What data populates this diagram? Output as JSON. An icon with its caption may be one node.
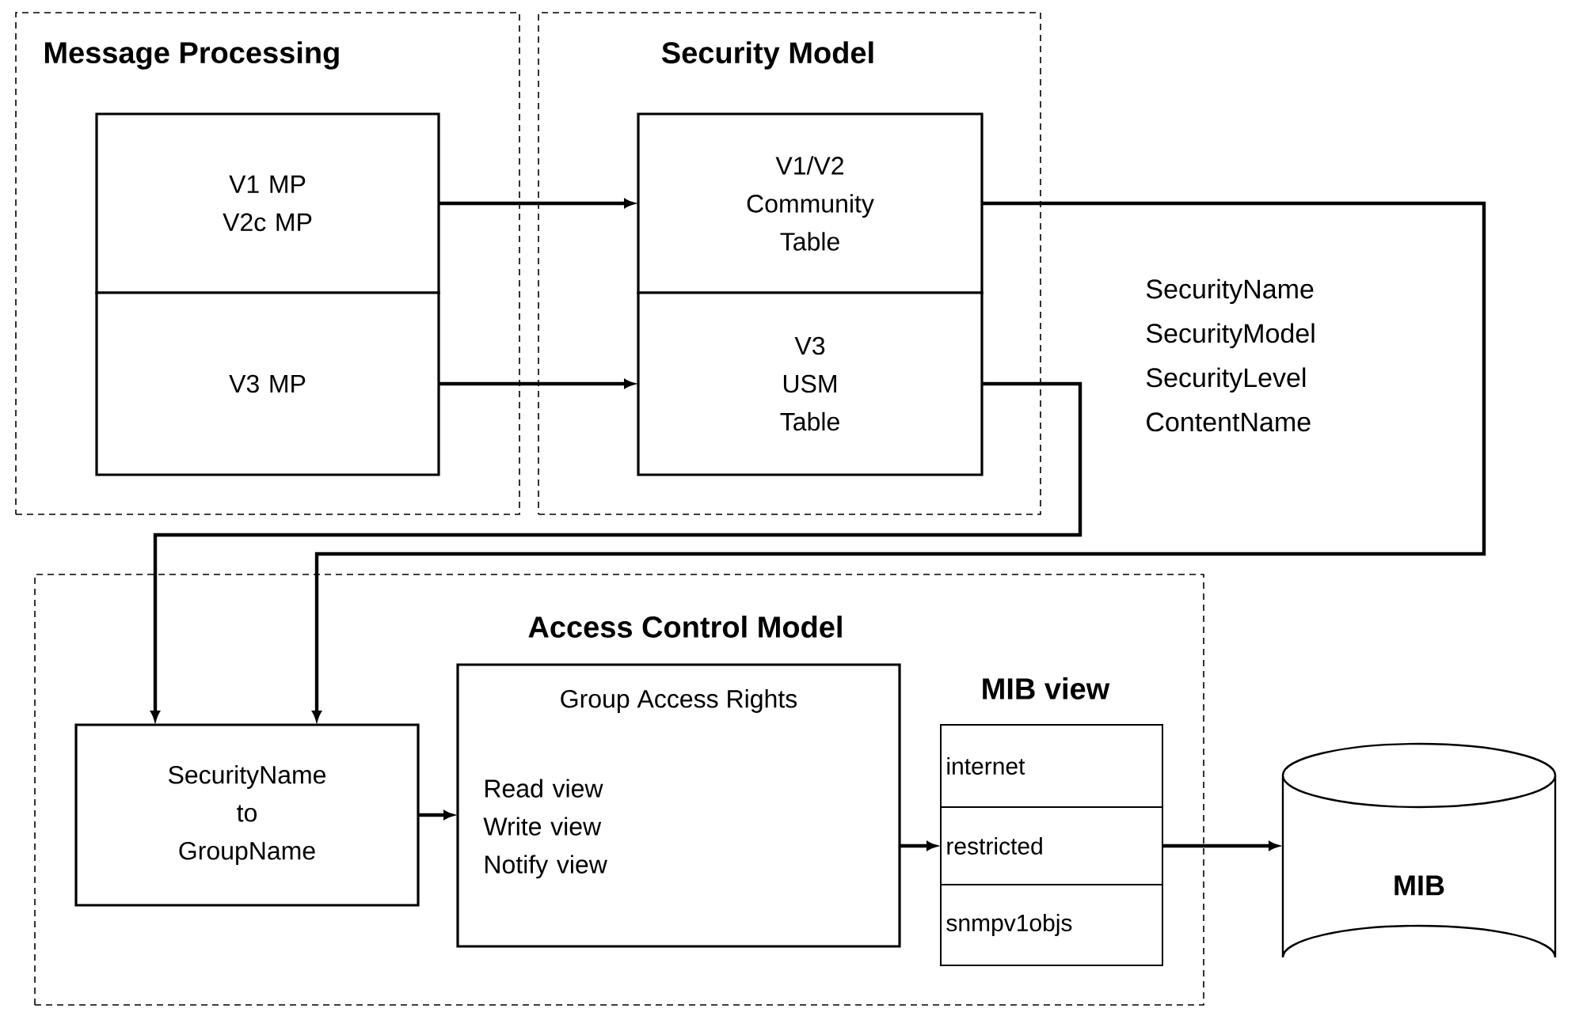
{
  "diagram": {
    "nodes": [
      {
        "text": [
          "Message Processing"
        ]
      },
      {
        "text": [
          "V1 MP V2c MP"
        ],
        "in": 0
      },
      {
        "text": [
          "V3 MP"
        ],
        "in": 0
      },
      {
        "text": [
          "Security Model"
        ]
      },
      {
        "text": [
          "V1/V2 Community Table"
        ],
        "in": 3
      },
      {
        "text": [
          "V3 USM Table"
        ],
        "in": 3
      },
      {
        "text": [
          "Access Control Model"
        ]
      },
      {
        "text": [
          "SecurityName to GroupName"
        ],
        "in": 6
      },
      {
        "text": [
          "Group Access Rights",
          "Read view Write view Notify view"
        ],
        "in": 6
      },
      {
        "text": [
          "MIB view"
        ],
        "in": 6
      },
      {
        "text": [
          "internet"
        ],
        "in": 6
      },
      {
        "text": [
          "restricted"
        ],
        "in": 6
      },
      {
        "text": [
          "snmpv1objs"
        ],
        "in": 6
      },
      {
        "text": [
          "MIB"
        ]
      }
    ],
    "edges": [
      {
        "from": 1,
        "to": 4,
        "arrow": "to"
      },
      {
        "from": 2,
        "to": 5,
        "arrow": "to"
      },
      {
        "from": 4,
        "to": 7,
        "arrow": "to"
      },
      {
        "from": 5,
        "to": 7,
        "arrow": "to"
      },
      {
        "from": 7,
        "to": 8,
        "arrow": "to"
      },
      {
        "from": 8,
        "to": 11,
        "arrow": "to"
      },
      {
        "from": 11,
        "to": 13,
        "arrow": "to"
      }
    ],
    "labels": [
      "SecurityName SecurityModel SecurityLevel ContentName"
    ]
  }
}
